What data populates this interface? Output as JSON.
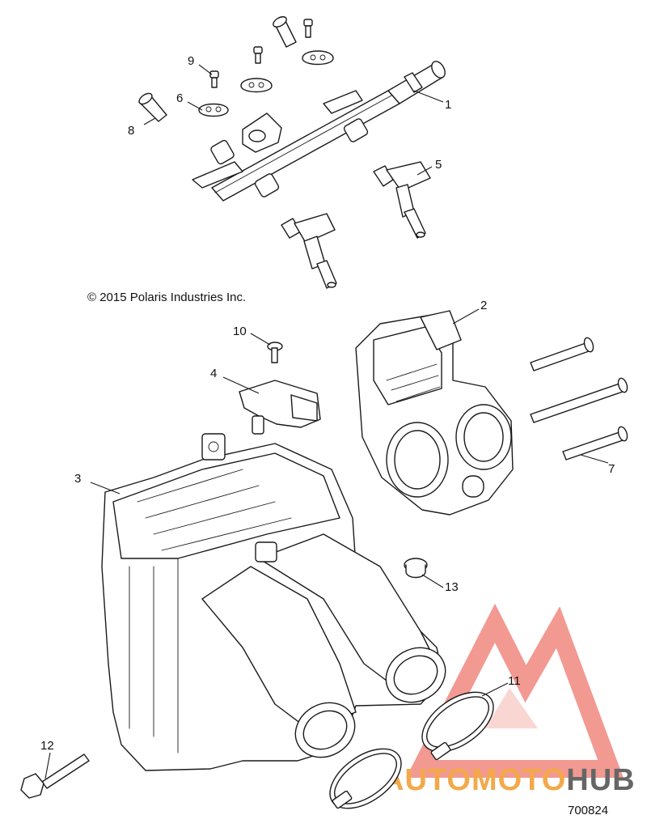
{
  "copyright": "© 2015 Polaris Industries Inc.",
  "diagram_id": "700824",
  "watermark": {
    "text_a": "AUTO",
    "text_b": "MOTO",
    "text_c": "HUB",
    "color_primary": "#e8463a",
    "color_secondary": "#f3a94a",
    "color_dark": "#555555"
  },
  "callouts": [
    "1",
    "2",
    "3",
    "4",
    "5",
    "6",
    "7",
    "8",
    "9",
    "10",
    "11",
    "12",
    "13"
  ]
}
